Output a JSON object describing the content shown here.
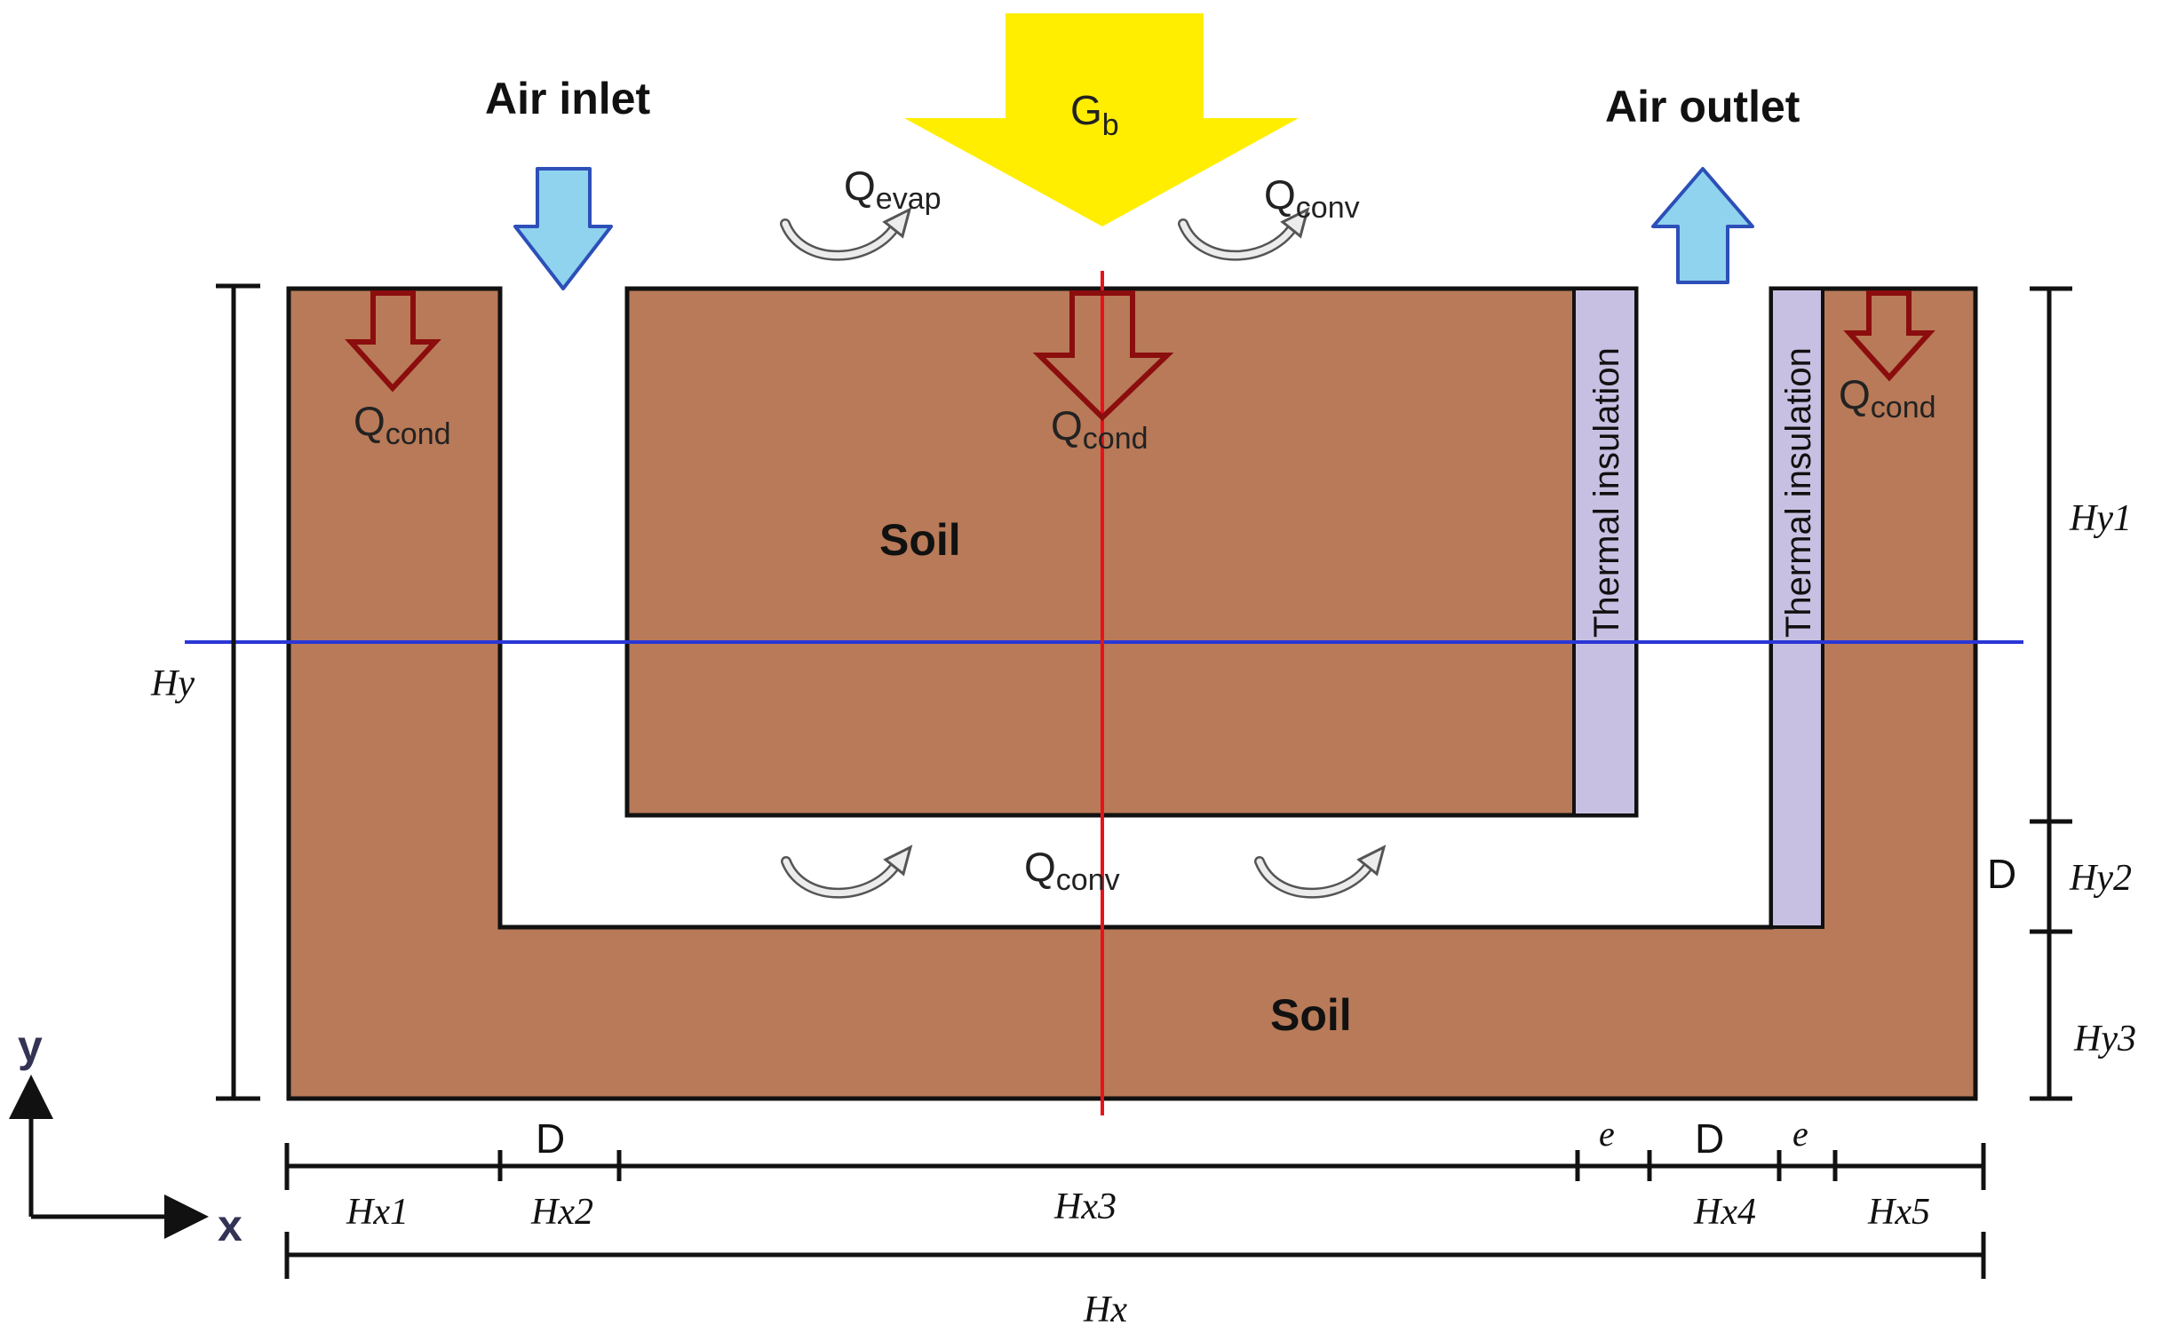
{
  "labels": {
    "air_inlet": "Air inlet",
    "air_outlet": "Air outlet",
    "solar": {
      "main": "G",
      "sub": "b"
    },
    "q_evap": {
      "main": "Q",
      "sub": "evap"
    },
    "q_conv_top": {
      "main": "Q",
      "sub": "conv"
    },
    "q_conv_channel": {
      "main": "Q",
      "sub": "conv"
    },
    "q_cond_left": {
      "main": "Q",
      "sub": "cond"
    },
    "q_cond_center": {
      "main": "Q",
      "sub": "cond"
    },
    "q_cond_right": {
      "main": "Q",
      "sub": "cond"
    },
    "soil_top": "Soil",
    "soil_bottom": "Soil",
    "insulation_left": "Thermal insulation",
    "insulation_right": "Thermal insulation",
    "dim_hy": "Hy",
    "dim_hy1": "Hy1",
    "dim_hy2": "Hy2",
    "dim_hy3": "Hy3",
    "dim_d_vertical": "D",
    "dim_d_hx2": "D",
    "dim_d_hx4": "D",
    "dim_e_left": "e",
    "dim_e_right": "e",
    "dim_hx1": "Hx1",
    "dim_hx2": "Hx2",
    "dim_hx3": "Hx3",
    "dim_hx4": "Hx4",
    "dim_hx5": "Hx5",
    "dim_hx": "Hx",
    "axis_y": "y",
    "axis_x": "x"
  },
  "colors": {
    "soil": "#b87a58",
    "insulation": "#c8c0e2",
    "solar_arrow": "#ffee00",
    "air_arrow": "#8fd3ee",
    "air_arrow_stroke": "#2c4fb8",
    "cond_arrow": "#8b0d0d",
    "red_line": "#e8121a",
    "blue_line": "#2a36d6",
    "outline": "#111111"
  }
}
